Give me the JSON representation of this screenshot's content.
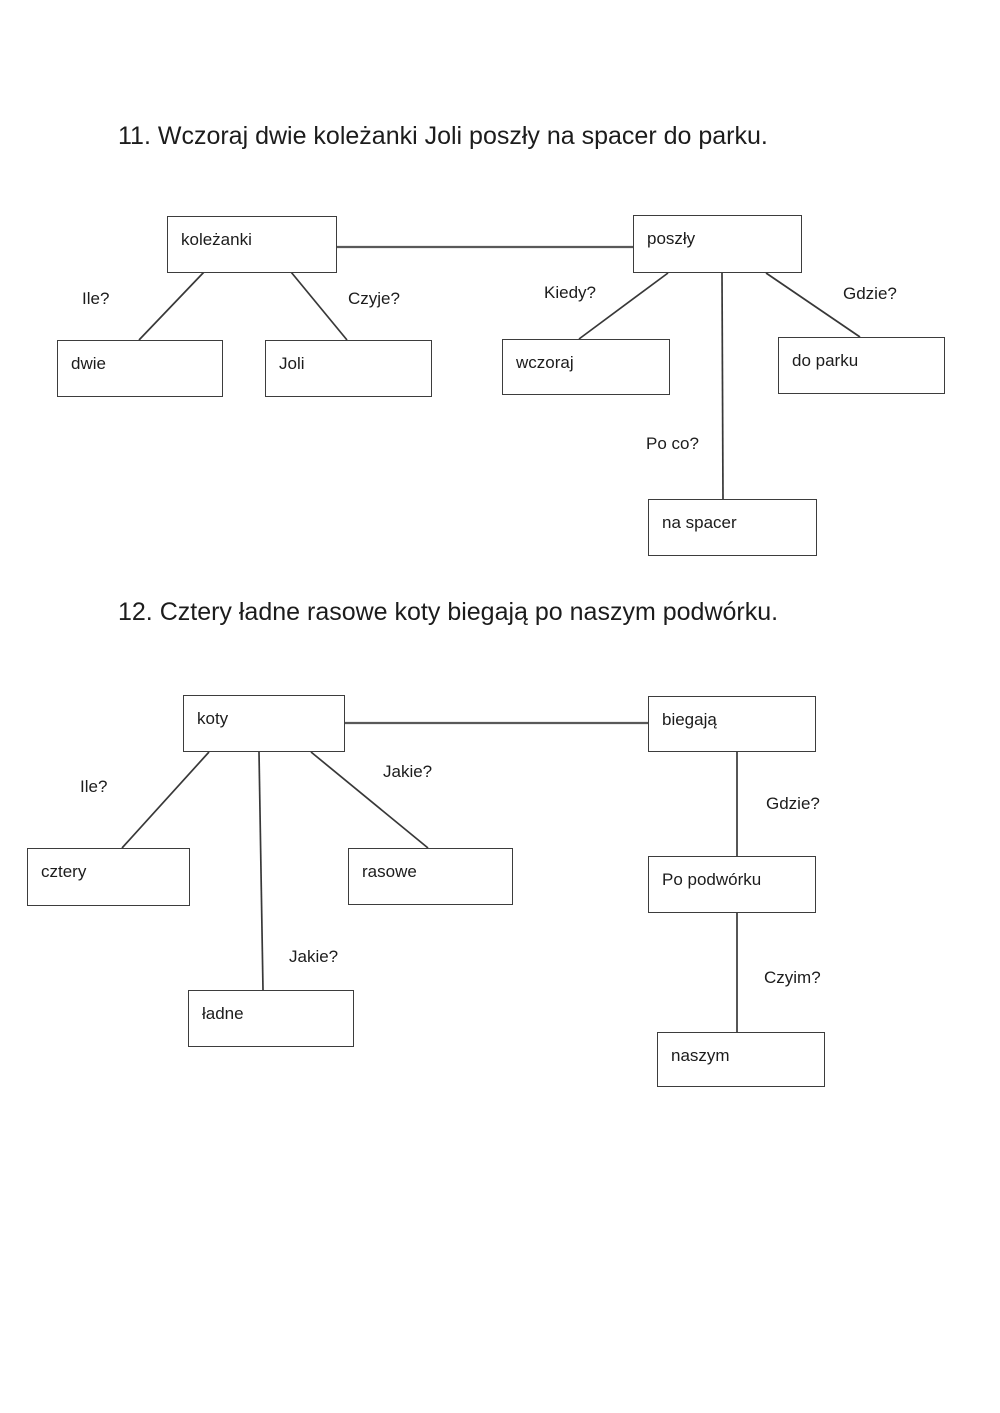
{
  "exercise11": {
    "title": "11. Wczoraj dwie koleżanki Joli poszły na spacer do parku.",
    "nodes": {
      "subject": "koleżanki",
      "predicate": "poszły",
      "dwie": "dwie",
      "joli": "Joli",
      "wczoraj": "wczoraj",
      "do_parku": "do parku",
      "na_spacer": "na spacer"
    },
    "questions": {
      "ile": "Ile?",
      "czyje": "Czyje?",
      "kiedy": "Kiedy?",
      "gdzie": "Gdzie?",
      "po_co": "Po co?"
    }
  },
  "exercise12": {
    "title": "12. Cztery ładne rasowe koty biegają po naszym podwórku.",
    "nodes": {
      "subject": "koty",
      "predicate": "biegają",
      "cztery": "cztery",
      "rasowe": "rasowe",
      "ladne": "ładne",
      "po_podworku": "Po podwórku",
      "naszym": "naszym"
    },
    "questions": {
      "ile": "Ile?",
      "jakie_top": "Jakie?",
      "jakie_bottom": "Jakie?",
      "gdzie": "Gdzie?",
      "czyim": "Czyim?"
    }
  },
  "colors": {
    "box_border": "#3d3d3d",
    "connector_line": "#4a4a4a",
    "text": "#1c1c1c"
  }
}
